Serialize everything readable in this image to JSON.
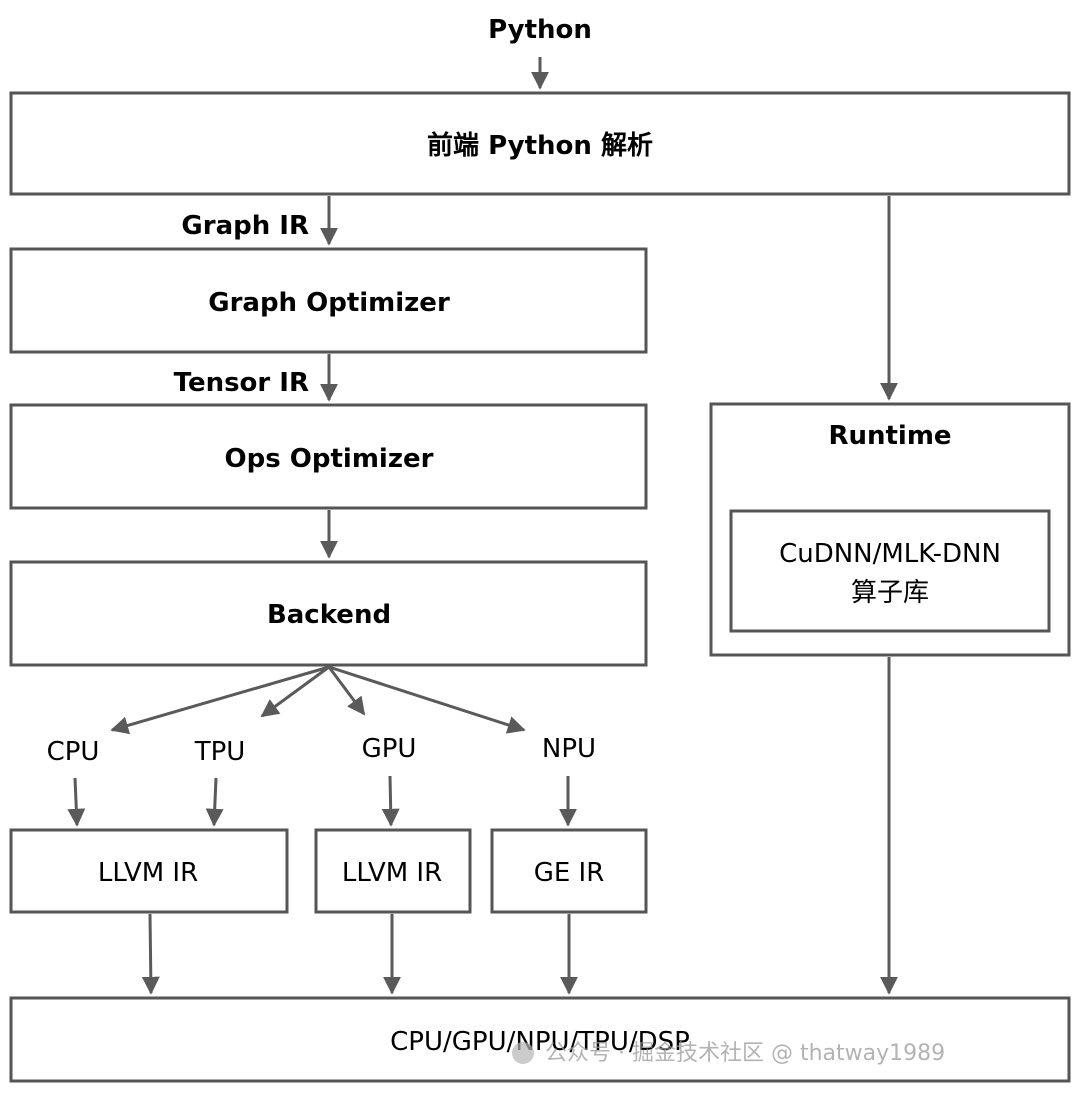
{
  "nodes": {
    "python_top": "Python",
    "frontend": "前端 Python 解析",
    "graph_ir": "Graph IR",
    "graph_optimizer": "Graph Optimizer",
    "tensor_ir": "Tensor IR",
    "ops_optimizer": "Ops Optimizer",
    "backend": "Backend",
    "runtime": "Runtime",
    "cudnn_line1": "CuDNN/MLK-DNN",
    "cudnn_line2": "算子库",
    "cpu": "CPU",
    "tpu": "TPU",
    "gpu": "GPU",
    "npu": "NPU",
    "llvm_ir_1": "LLVM IR",
    "llvm_ir_2": "LLVM IR",
    "ge_ir": "GE IR",
    "hardware": "CPU/GPU/NPU/TPU/DSP"
  },
  "watermark": "公众号 · 掘金技术社区 @ thatway1989",
  "colors": {
    "border": "#555555",
    "arrow": "#5a5a5a",
    "text": "#000000"
  }
}
